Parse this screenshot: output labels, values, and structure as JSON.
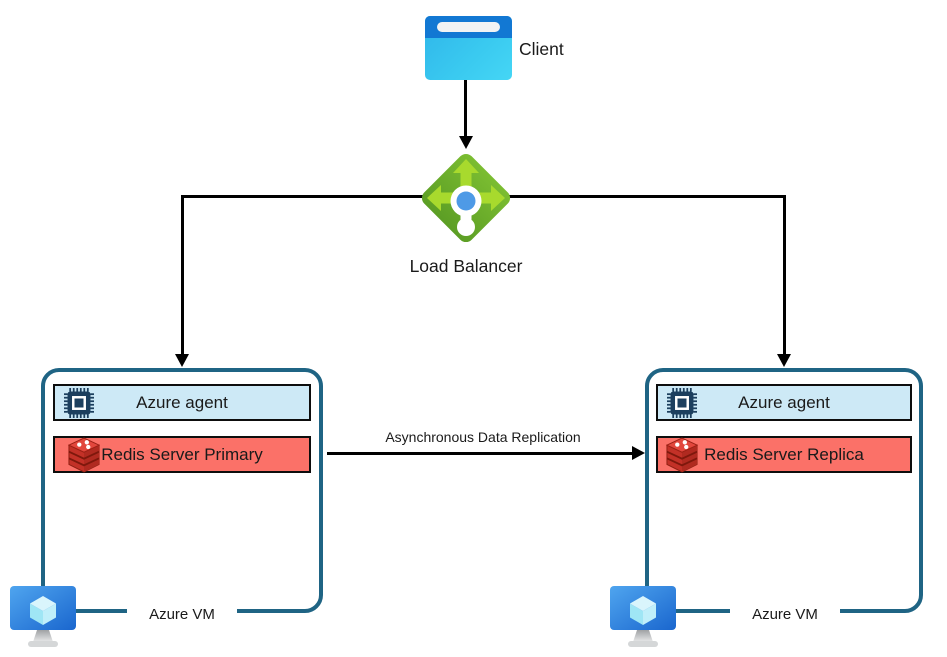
{
  "nodes": {
    "client": {
      "label": "Client",
      "icon": "browser-window-icon"
    },
    "load_balancer": {
      "label": "Load Balancer",
      "icon": "load-balancer-icon"
    },
    "vm_left": {
      "label": "Azure VM",
      "icon": "azure-vm-icon",
      "components": [
        {
          "label": "Azure agent",
          "icon": "cpu-chip-icon"
        },
        {
          "label": "Redis Server Primary",
          "icon": "redis-icon"
        }
      ]
    },
    "vm_right": {
      "label": "Azure VM",
      "icon": "azure-vm-icon",
      "components": [
        {
          "label": "Azure agent",
          "icon": "cpu-chip-icon"
        },
        {
          "label": "Redis Server Replica",
          "icon": "redis-icon"
        }
      ]
    }
  },
  "edges": {
    "replication_label": "Asynchronous Data Replication"
  },
  "colors": {
    "vm_box_border": "#1F6484",
    "agent_bar_fill": "#CDE9F6",
    "redis_bar_fill": "#FB7168",
    "bar_border": "#0d0d0d",
    "connector": "#000000",
    "client_titlebar_blue": "#1278D3",
    "client_body_cyan": "#3ACAF0",
    "lb_diamond_green": "#6DB02C",
    "lb_arrow_green": "#A8DA2D",
    "lb_dot_blue": "#4E9AE6",
    "chip_navy": "#1C3F5E",
    "redis_cube_red": "#C33127",
    "vm_monitor_blue": "#2A7EDB"
  }
}
